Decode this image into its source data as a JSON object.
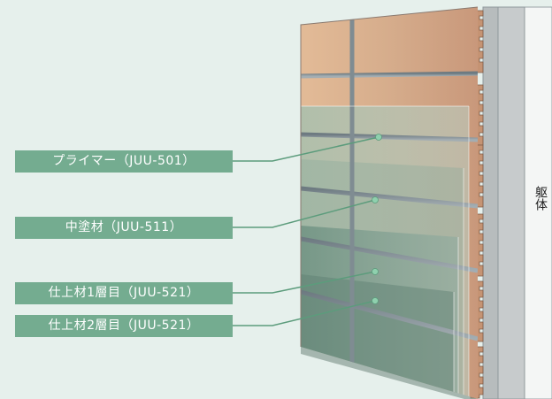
{
  "labels": {
    "primer": "プライマー（JUU-501）",
    "mid_coat": "中塗材（JUU-511）",
    "finish_layer_1": "仕上材1層目（JUU-521）",
    "finish_layer_2": "仕上材2層目（JUU-521）",
    "wall_body": "躯体"
  },
  "colors": {
    "background": "#e6f0ec",
    "callout_fill": "#74ac90",
    "callout_text": "#ffffff",
    "leader_line": "#5c9c7c",
    "tile": "#d3a98a",
    "joint": "#8a969c",
    "coating_tint": "#8fb0a2",
    "substrate": "#c7cbcc",
    "wall_body": "#f4f6f5"
  }
}
